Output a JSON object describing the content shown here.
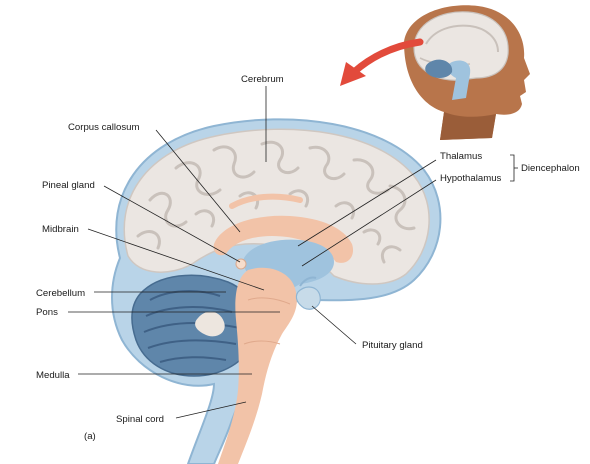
{
  "figure": {
    "panel_label": "(a)"
  },
  "labels": {
    "cerebrum": "Cerebrum",
    "corpus_callosum": "Corpus callosum",
    "pineal_gland": "Pineal gland",
    "midbrain": "Midbrain",
    "cerebellum": "Cerebellum",
    "pons": "Pons",
    "medulla": "Medulla",
    "spinal_cord": "Spinal cord",
    "thalamus": "Thalamus",
    "hypothalamus": "Hypothalamus",
    "diencephalon": "Diencephalon",
    "pituitary_gland": "Pituitary gland"
  },
  "colors": {
    "cortex": "#ebe6e2",
    "cortex_shadow": "#c9c1bb",
    "inner_peach": "#f2c3a8",
    "brainstem_blue": "#9fc3de",
    "cerebellum_blue": "#5f86aa",
    "skin": "#b8754b",
    "arrow": "#e24a3b"
  }
}
